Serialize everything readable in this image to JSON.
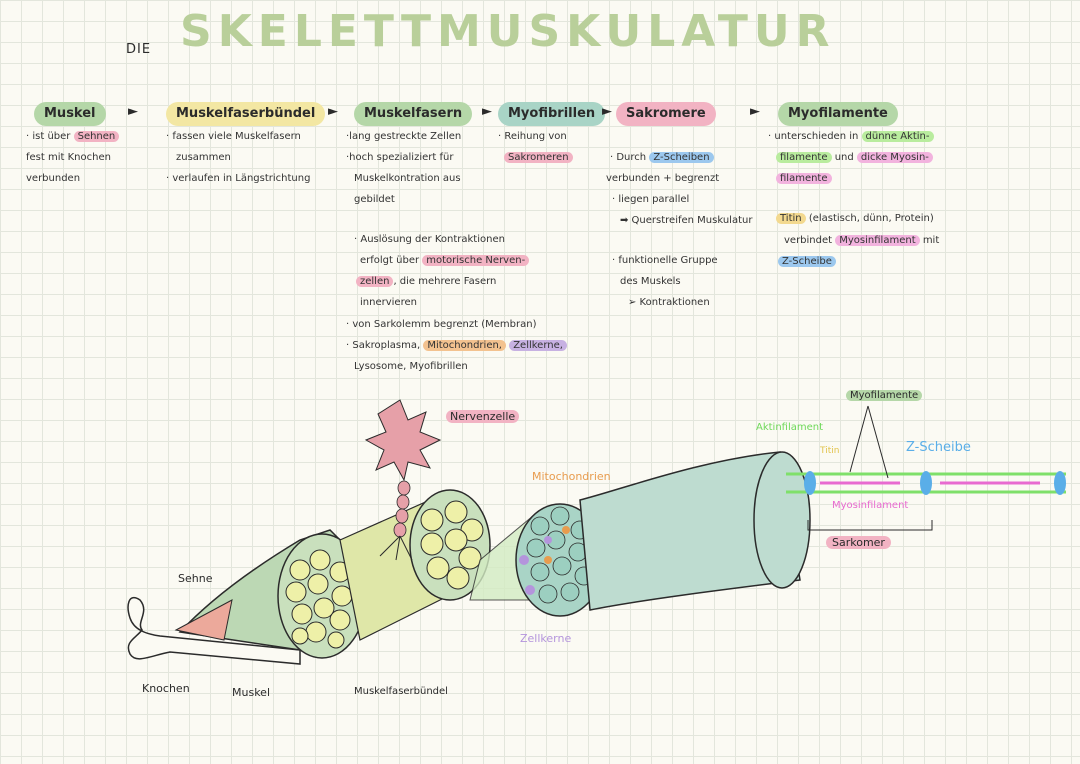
{
  "title": {
    "prefix": "DIE",
    "main": "SKELETTMUSKULATUR"
  },
  "colors": {
    "green": "#b5d7a8",
    "pink": "#f2b3c3",
    "teal": "#a9d4c6",
    "blue": "#9cc8ee",
    "orange": "#f3c28f",
    "purple": "#c7b1e2",
    "yellow": "#f3d98f",
    "title": "#b9cf9a"
  },
  "headers": [
    {
      "label": "Muskel",
      "color": "green"
    },
    {
      "label": "Muskelfaserbündel",
      "color": "yellow"
    },
    {
      "label": "Muskelfasern",
      "color": "green"
    },
    {
      "label": "Myofibrillen",
      "color": "teal"
    },
    {
      "label": "Sakromere",
      "color": "pink"
    },
    {
      "label": "Myofilamente",
      "color": "green"
    }
  ],
  "col1": {
    "l1a": "· ist über",
    "l1b": "Sehnen",
    "l2": "fest mit Knochen",
    "l3": "verbunden"
  },
  "col2": {
    "l1": "· fassen viele Muskelfasern",
    "l2": "zusammen",
    "l3": "· verlaufen in Längstrichtung"
  },
  "col3": {
    "l1": "·lang gestreckte Zellen",
    "l2": "·hoch spezializiert für",
    "l3": "Muskelkontration aus",
    "l4": "gebildet",
    "l5": "· Auslösung der Kontraktionen",
    "l6a": "erfolgt über",
    "l6b": "motorische Nerven-",
    "l7a": "zellen",
    "l7b": ", die mehrere Fasern",
    "l8": "innervieren",
    "l9": "· von Sarkolemm begrenzt (Membran)",
    "l10a": "· Sakroplasma,",
    "l10b": "Mitochondrien,",
    "l10c": "Zellkerne,",
    "l11": "Lysosome, Myofibrillen"
  },
  "col4": {
    "l1": "· Reihung von",
    "l2": "Sakromeren"
  },
  "col5": {
    "l1a": "· Durch",
    "l1b": "Z-Scheiben",
    "l2": "verbunden + begrenzt",
    "l3": "· liegen parallel",
    "l4": "➡ Querstreifen Muskulatur",
    "l5": "· funktionelle Gruppe",
    "l6": "des Muskels",
    "l7": "➢ Kontraktionen"
  },
  "col6": {
    "l1a": "· unterschieden in",
    "l1b": "dünne Aktin-",
    "l2a": "filamente",
    "l2b": "und",
    "l2c": "dicke Myosin-",
    "l3": "filamente",
    "l4a": "Titin",
    "l4b": "(elastisch, dünn, Protein)",
    "l5a": "verbindet",
    "l5b": "Myosinfilament",
    "l5c": "mit",
    "l6": "Z-Scheibe"
  },
  "diagram_labels": {
    "nervenzelle": "Nervenzelle",
    "mitochondrien": "Mitochondrien",
    "zellkerne": "Zellkerne",
    "sehne": "Sehne",
    "knochen": "Knochen",
    "muskel": "Muskel",
    "muskelfaserbuendel": "Muskelfaserbündel",
    "myofilamente": "Myofilamente",
    "aktinfilament": "Aktinfilament",
    "titin": "Titin",
    "z_scheibe": "Z-Scheibe",
    "myosinfilament": "Myosinfilament",
    "sarkomer": "Sarkomer"
  }
}
